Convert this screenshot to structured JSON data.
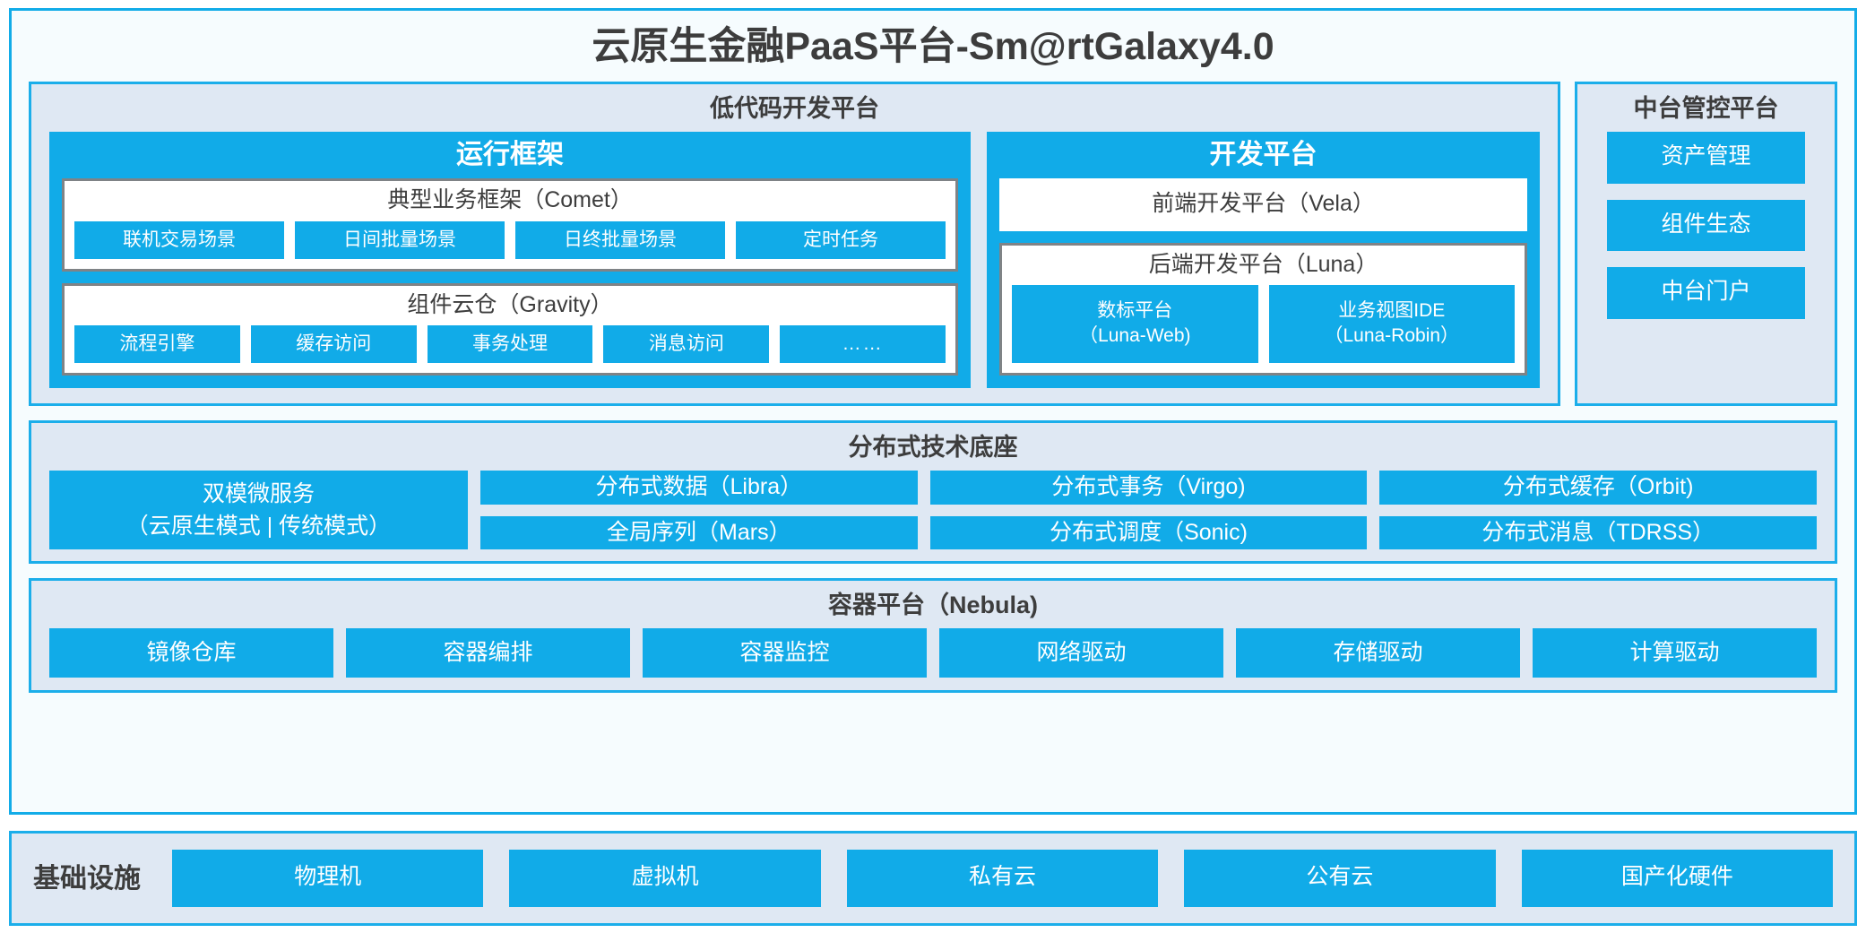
{
  "title": "云原生金融PaaS平台-Sm@rtGalaxy4.0",
  "colors": {
    "accent_cyan": "#11ABE8",
    "panel_fill": "#dfe8f3",
    "panel_border": "#1BAEEA",
    "card_border": "#7f8386",
    "text_dark": "#3d3d3d",
    "page_bg": "#f6fcfe"
  },
  "lowcode": {
    "title": "低代码开发平台",
    "runtime": {
      "title": "运行框架",
      "comet": {
        "title": "典型业务框架（Comet）",
        "chips": [
          "联机交易场景",
          "日间批量场景",
          "日终批量场景",
          "定时任务"
        ]
      },
      "gravity": {
        "title": "组件云仓（Gravity）",
        "chips": [
          "流程引擎",
          "缓存访问",
          "事务处理",
          "消息访问",
          "……"
        ]
      }
    },
    "devplatform": {
      "title": "开发平台",
      "frontend": "前端开发平台（Vela）",
      "backend": {
        "title": "后端开发平台（Luna）",
        "chips": [
          {
            "line1": "数标平台",
            "line2": "（Luna-Web)"
          },
          {
            "line1": "业务视图IDE",
            "line2": "（Luna-Robin）"
          }
        ]
      }
    }
  },
  "midplatform": {
    "title": "中台管控平台",
    "items": [
      "资产管理",
      "组件生态",
      "中台门户"
    ]
  },
  "distributed": {
    "title": "分布式技术底座",
    "wide": {
      "line1": "双模微服务",
      "line2": "（云原生模式 | 传统模式）"
    },
    "columns": [
      [
        "分布式数据（Libra）",
        "全局序列（Mars）"
      ],
      [
        "分布式事务（Virgo)",
        "分布式调度（Sonic)"
      ],
      [
        "分布式缓存（Orbit)",
        "分布式消息（TDRSS）"
      ]
    ]
  },
  "container": {
    "title": "容器平台（Nebula)",
    "cells": [
      "镜像仓库",
      "容器编排",
      "容器监控",
      "网络驱动",
      "存储驱动",
      "计算驱动"
    ]
  },
  "infrastructure": {
    "label": "基础设施",
    "cells": [
      "物理机",
      "虚拟机",
      "私有云",
      "公有云",
      "国产化硬件"
    ]
  }
}
